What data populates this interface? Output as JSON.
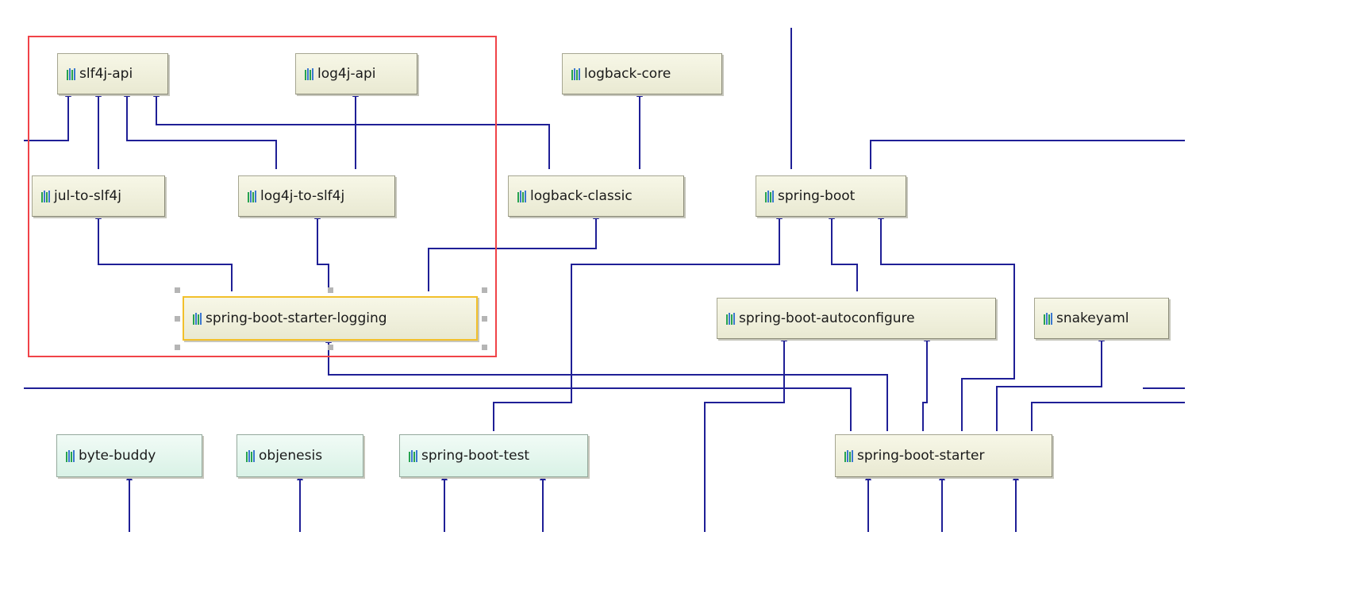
{
  "icons": {
    "library": "library-icon",
    "bar_colors": [
      "#27a34f",
      "#3b78d0",
      "#27a34f",
      "#3b78d0"
    ]
  },
  "colors": {
    "edge": "#1f1f96",
    "highlight_frame": "#f04348",
    "selection_border": "#f2c02b"
  },
  "nodes": [
    {
      "id": "slf4j-api",
      "label": "slf4j-api",
      "style": "lib"
    },
    {
      "id": "log4j-api",
      "label": "log4j-api",
      "style": "lib"
    },
    {
      "id": "logback-core",
      "label": "logback-core",
      "style": "lib"
    },
    {
      "id": "jul-to-slf4j",
      "label": "jul-to-slf4j",
      "style": "lib"
    },
    {
      "id": "log4j-to-slf4j",
      "label": "log4j-to-slf4j",
      "style": "lib"
    },
    {
      "id": "logback-classic",
      "label": "logback-classic",
      "style": "lib"
    },
    {
      "id": "spring-boot",
      "label": "spring-boot",
      "style": "lib"
    },
    {
      "id": "spring-boot-starter-logging",
      "label": "spring-boot-starter-logging",
      "style": "lib",
      "selected": true
    },
    {
      "id": "spring-boot-autoconfigure",
      "label": "spring-boot-autoconfigure",
      "style": "lib"
    },
    {
      "id": "snakeyaml",
      "label": "snakeyaml",
      "style": "lib"
    },
    {
      "id": "byte-buddy",
      "label": "byte-buddy",
      "style": "test"
    },
    {
      "id": "objenesis",
      "label": "objenesis",
      "style": "test"
    },
    {
      "id": "spring-boot-test",
      "label": "spring-boot-test",
      "style": "test"
    },
    {
      "id": "spring-boot-starter",
      "label": "spring-boot-starter",
      "style": "lib"
    }
  ],
  "edges": [
    {
      "from": "jul-to-slf4j",
      "to": "slf4j-api"
    },
    {
      "from": "log4j-to-slf4j",
      "to": "slf4j-api"
    },
    {
      "from": "log4j-to-slf4j",
      "to": "log4j-api"
    },
    {
      "from": "logback-classic",
      "to": "slf4j-api"
    },
    {
      "from": "logback-classic",
      "to": "logback-core"
    },
    {
      "from": "spring-boot-starter-logging",
      "to": "jul-to-slf4j"
    },
    {
      "from": "spring-boot-starter-logging",
      "to": "log4j-to-slf4j"
    },
    {
      "from": "spring-boot-starter-logging",
      "to": "logback-classic"
    },
    {
      "from": "spring-boot-autoconfigure",
      "to": "spring-boot"
    },
    {
      "from": "spring-boot-test",
      "to": "spring-boot"
    },
    {
      "from": "spring-boot-starter",
      "to": "spring-boot"
    },
    {
      "from": "spring-boot-starter",
      "to": "spring-boot-autoconfigure"
    },
    {
      "from": "spring-boot-starter",
      "to": "spring-boot-starter-logging"
    },
    {
      "from": "spring-boot-starter",
      "to": "snakeyaml"
    }
  ]
}
